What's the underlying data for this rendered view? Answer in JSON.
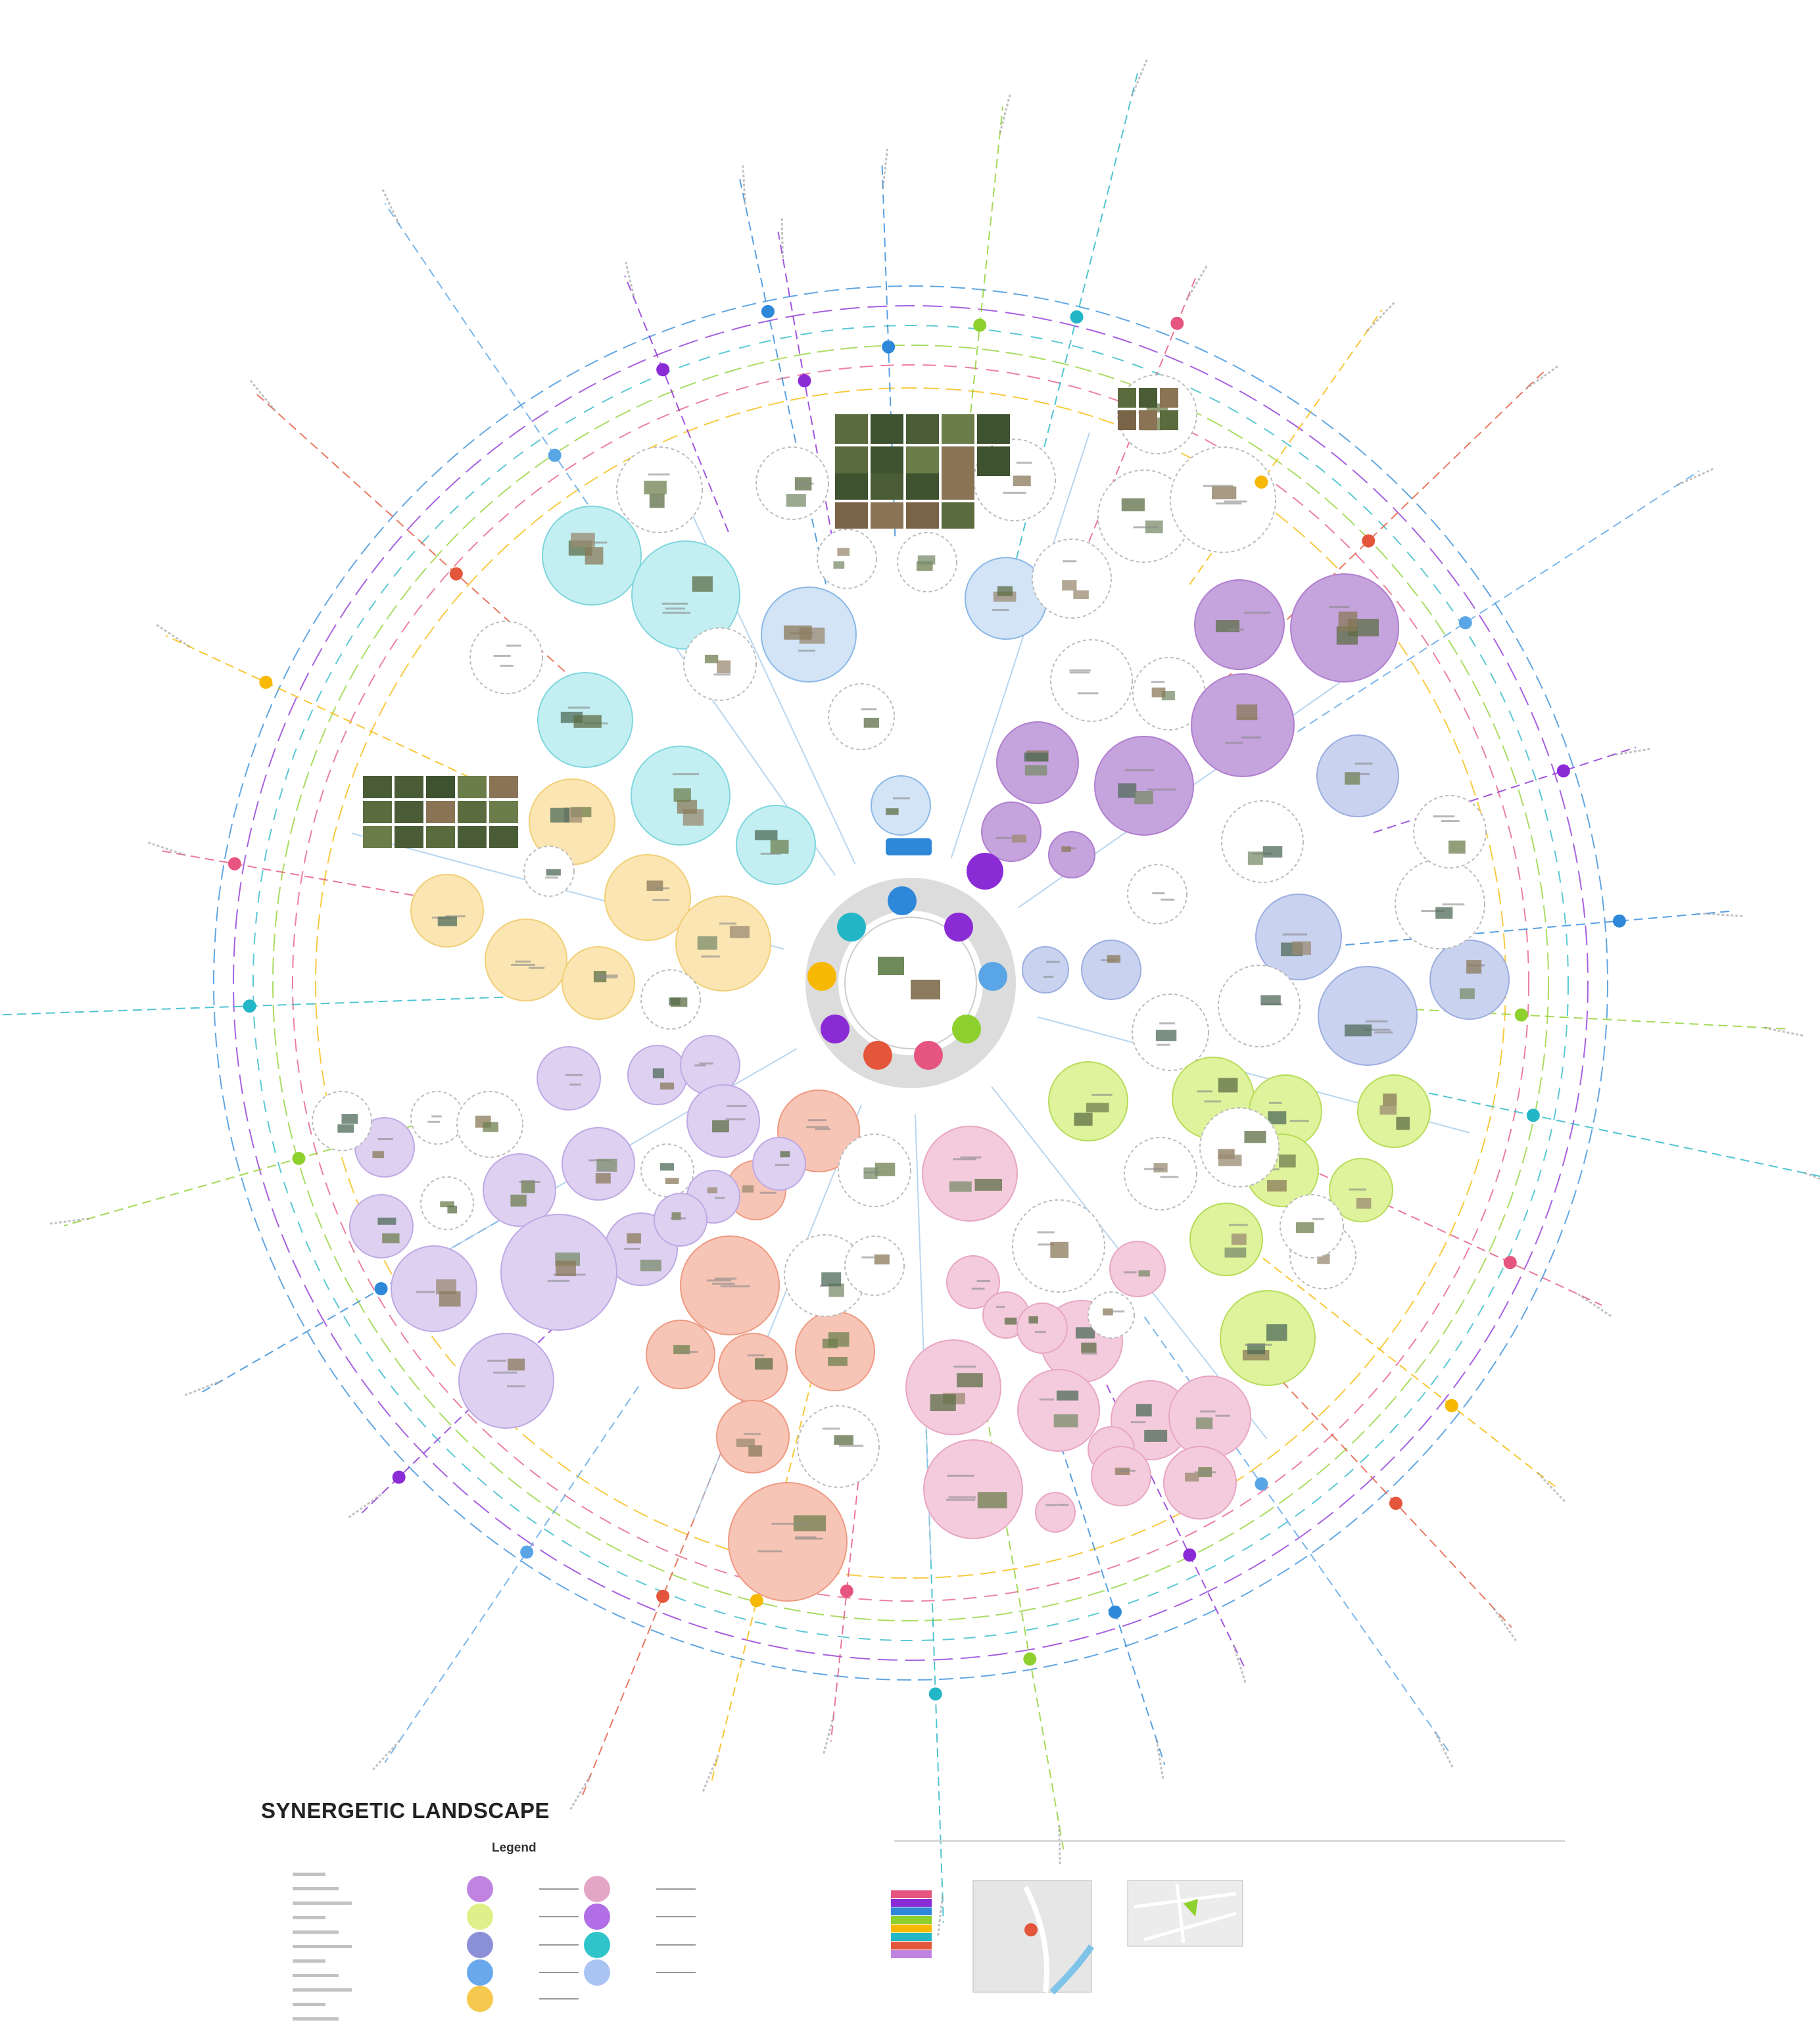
{
  "title": "SYNERGETIC LANDSCAPE",
  "legend": {
    "heading": "Legend",
    "subtitle": "Total Points Collected"
  },
  "colors": {
    "purple": "#c5a3dc",
    "purple_dark": "#8a2bd6",
    "light_purple": "#ddd0f1",
    "pink": "#f3cbdc",
    "pink_dark": "#e5557f",
    "salmon": "#f7c5b6",
    "salmon_dark": "#e4563b",
    "yellow": "#fbe6b3",
    "yellow_dark": "#f6b800",
    "green": "#def39c",
    "green_dark": "#8ed02d",
    "cyan": "#c3eff2",
    "cyan_dark": "#23b6c6",
    "blue": "#d2e4f6",
    "blue_dark": "#2e88da",
    "periwinkle": "#c9d2ef",
    "gray": "#dcdcdc"
  }
}
